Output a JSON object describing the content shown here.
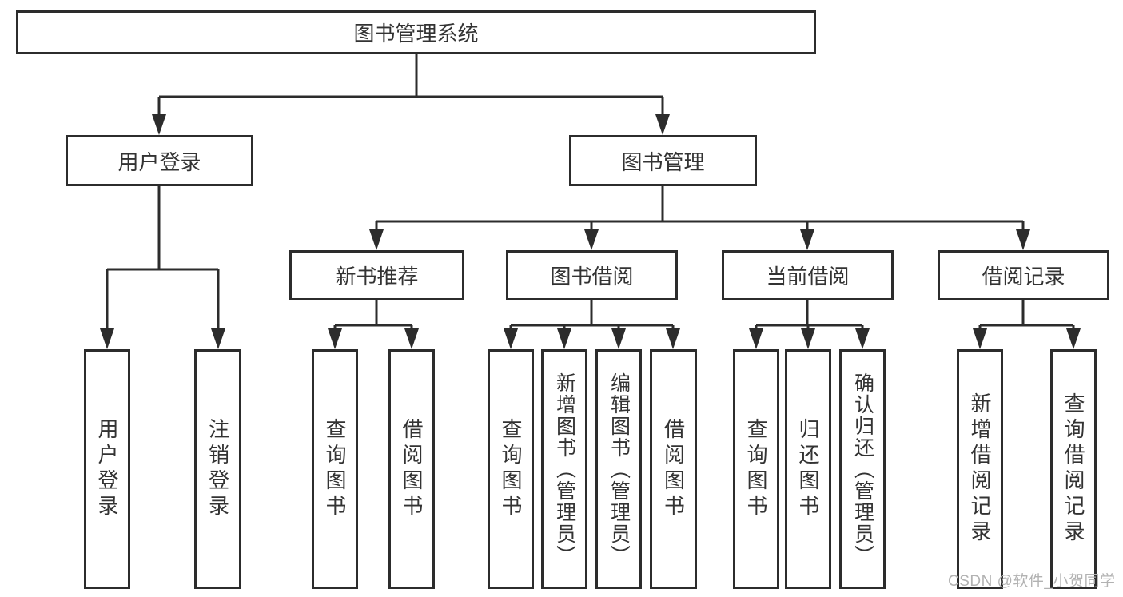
{
  "diagram": {
    "root": {
      "label": "图书管理系统"
    },
    "branches": [
      {
        "label": "用户登录",
        "children": [
          {
            "label": "用户登录"
          },
          {
            "label": "注销登录"
          }
        ]
      },
      {
        "label": "图书管理",
        "groups": [
          {
            "label": "新书推荐",
            "children": [
              {
                "label": "查询图书"
              },
              {
                "label": "借阅图书"
              }
            ]
          },
          {
            "label": "图书借阅",
            "children": [
              {
                "label": "查询图书"
              },
              {
                "label": "新增图书（管理员）"
              },
              {
                "label": "编辑图书（管理员）"
              },
              {
                "label": "借阅图书"
              }
            ]
          },
          {
            "label": "当前借阅",
            "children": [
              {
                "label": "查询图书"
              },
              {
                "label": "归还图书"
              },
              {
                "label": "确认归还（管理员）"
              }
            ]
          },
          {
            "label": "借阅记录",
            "children": [
              {
                "label": "新增借阅记录"
              },
              {
                "label": "查询借阅记录"
              }
            ]
          }
        ]
      }
    ]
  },
  "watermark": "CSDN @软件_小贺同学",
  "colors": {
    "line": "#2c2c2c",
    "text": "#333333",
    "watermark": "#b2b2b2",
    "background": "#ffffff"
  }
}
